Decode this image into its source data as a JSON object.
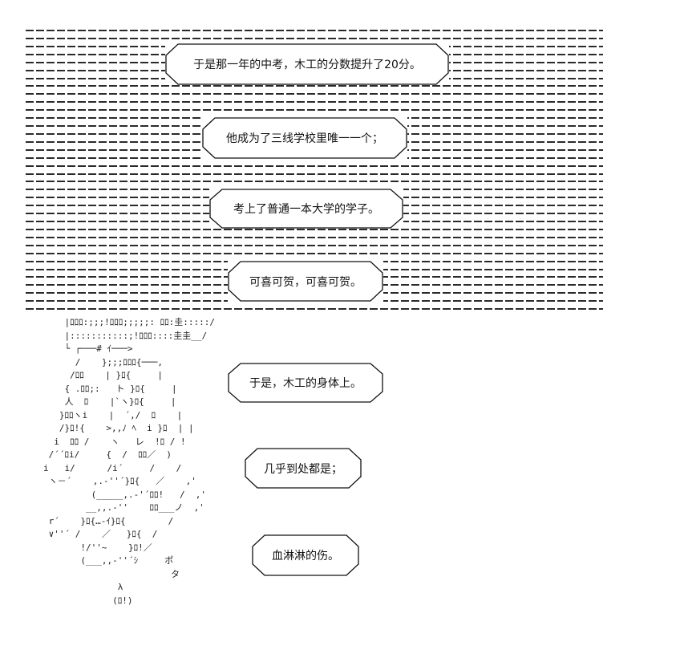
{
  "captions": [
    "于是那一年的中考，木工的分数提升了20分。",
    "他成为了三线学校里唯一一个；",
    "考上了普通一本大学的学子。",
    "可喜可贺，可喜可贺。",
    "于是，木工的身体上。",
    "几乎到处都是；",
    "血淋淋的伤。"
  ],
  "ascii_art": "    |ﾛﾛﾛ:;;;!ﾛﾛﾛ;;;;;: ﾛﾛ:圭:::::/\n    |:::::::::::;!ﾛﾛﾛ::::圭圭__/\n    └ ┌───# ｲ───>\n      /    };;;ﾛﾛﾛ{───,\n     /ﾛﾛ    | }ﾛ{     |\n    { .ﾛﾛ;:   ト }ﾛ{     |\n    人  ﾛ    |`ヽ}ﾛ{     |\n   }ﾛﾛヽi    |  ´,/  ﾛ    |\n   /}ﾛ!{    >,,ﾉ ﾍ  i }ﾛ  | |\n  i  ﾛﾛ /    ヽ   レ  !ﾛ / !\n /´´ﾛi/     {  /  ﾛﾛ／  )\ni   i/      /i´     /    /\n ヽ－´    ,.-''´}ﾛ{   ／    ,'\n         (_____,.-'´ﾛﾛ!   /  ,'\n        __,,.-''    ﾛﾛ___ノ  ,'\n r´    }ﾛ{…-ｲ}ﾛ{        /\n ∨''´ /    ／   }ﾛ{  /\n       !/''~    }ﾛ!／\n       (___,,-''´ｼ     ポ\n                        タ\n              λ\n             (ﾛ!)",
  "colors": {
    "ink": "#111111",
    "stripe": "#2a2a2a",
    "background": "#ffffff"
  }
}
